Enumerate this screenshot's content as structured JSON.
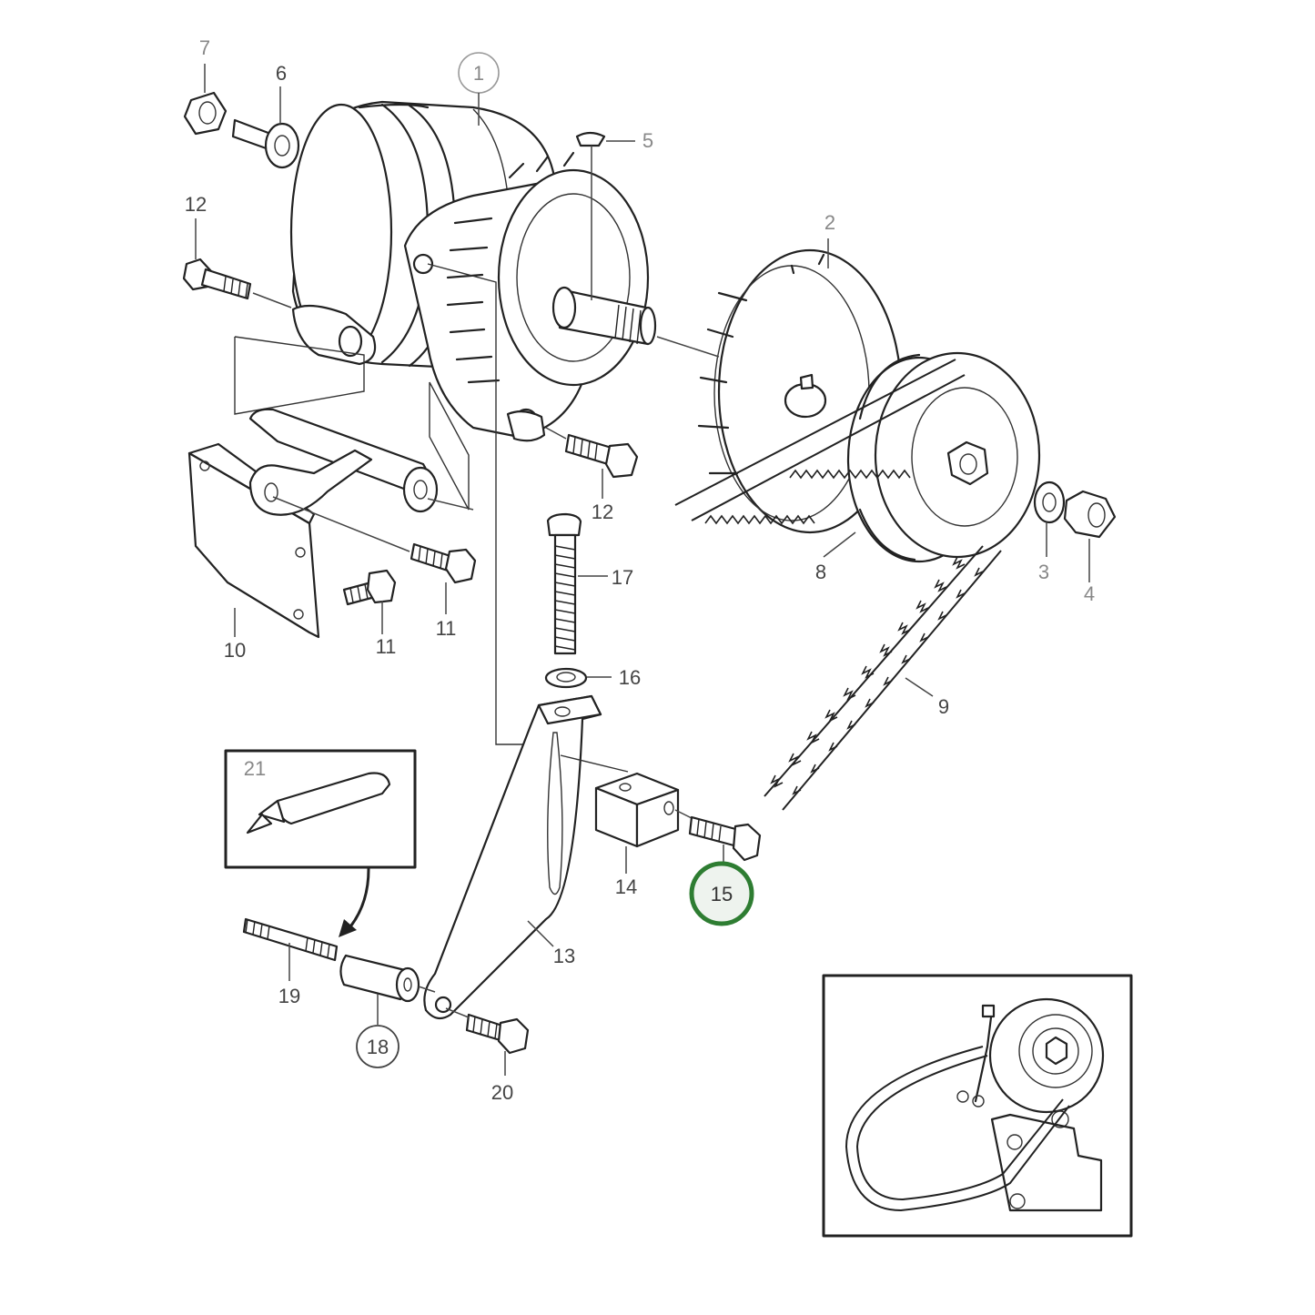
{
  "callouts": {
    "c1": "1",
    "c2": "2",
    "c3": "3",
    "c4": "4",
    "c5": "5",
    "c6": "6",
    "c7": "7",
    "c8": "8",
    "c9": "9",
    "c10": "10",
    "c11a": "11",
    "c11b": "11",
    "c12a": "12",
    "c12b": "12",
    "c13": "13",
    "c14": "14",
    "c15": "15",
    "c16": "16",
    "c17": "17",
    "c18": "18",
    "c19": "19",
    "c20": "20",
    "c21": "21"
  },
  "colors": {
    "highlight_ring": "#2e7d32",
    "highlight_fill": "#eef3ee",
    "line": "#222222",
    "label": "#444444"
  },
  "highlighted_part": "15"
}
